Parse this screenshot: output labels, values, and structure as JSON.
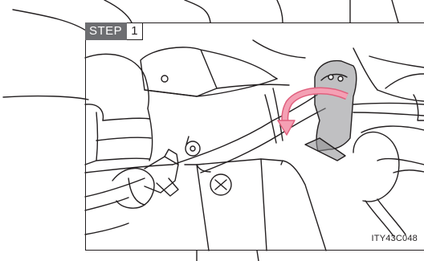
{
  "step": {
    "label": "STEP",
    "number": "1"
  },
  "image_code": "ITY43C048",
  "colors": {
    "arrow": "#f4a0b4",
    "arrow_stroke": "#e0607e",
    "badge": "#6d6e71",
    "line": "#231f20",
    "connector": "#8c8d90"
  },
  "icons": [
    "curved-arrow-icon",
    "connector-icon",
    "battery-terminal-icon",
    "bolt-icon"
  ]
}
